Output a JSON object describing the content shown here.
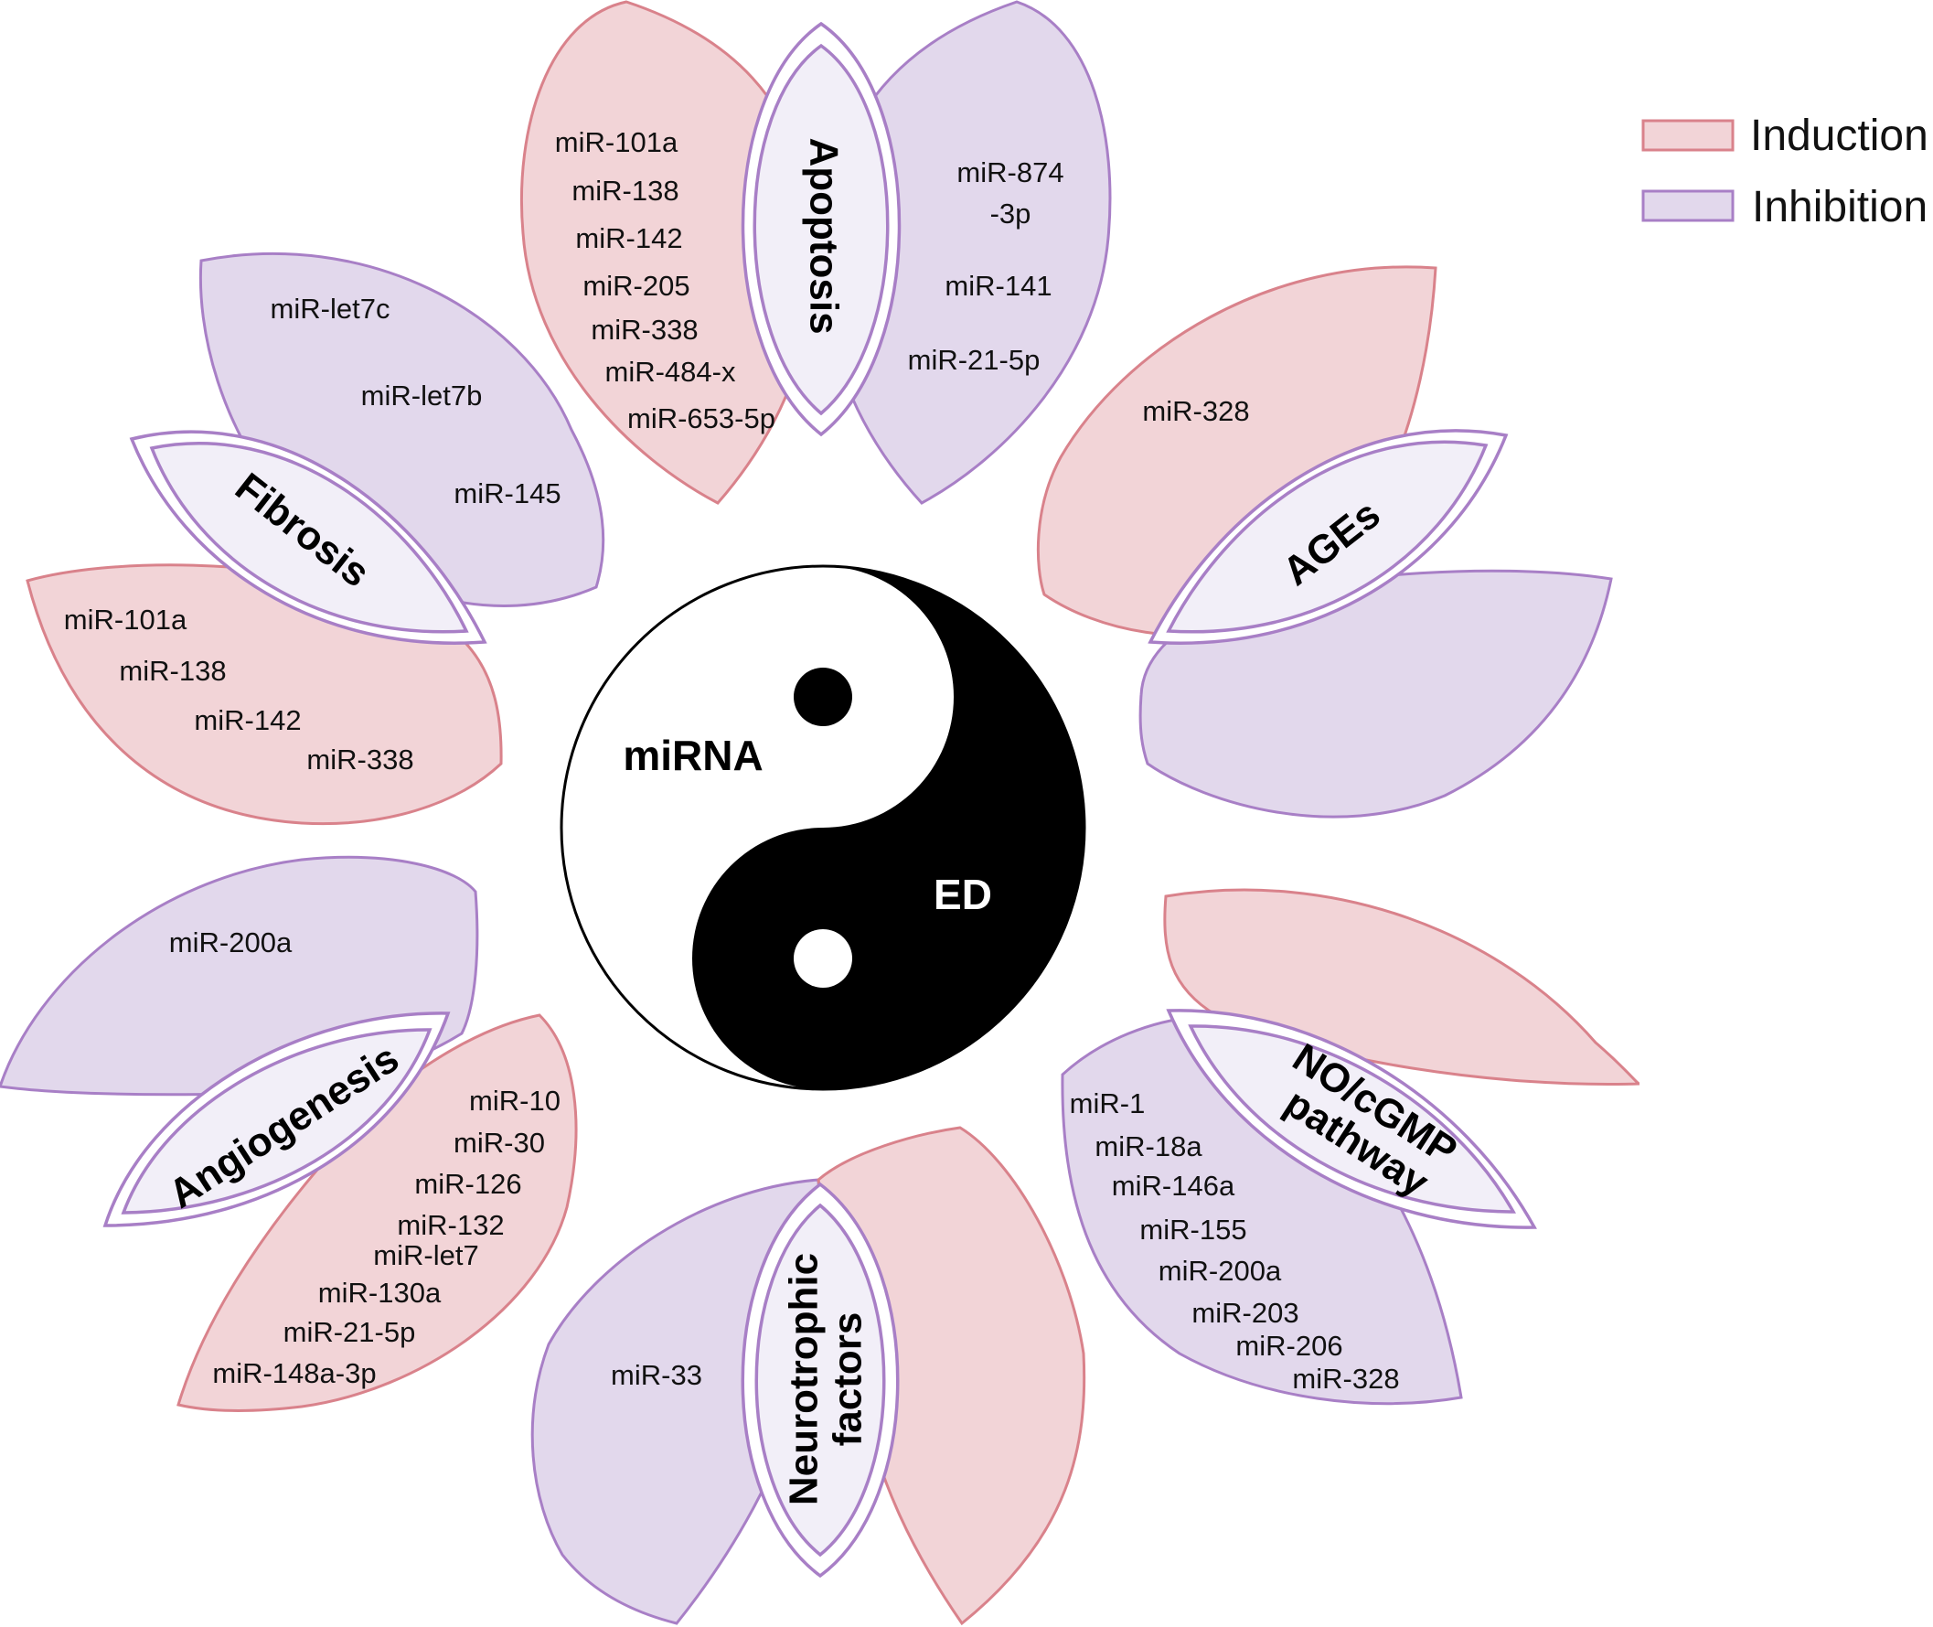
{
  "colors": {
    "induction_fill": "#f2d4d7",
    "induction_stroke": "#d9828b",
    "inhibition_fill": "#e2d8ec",
    "inhibition_stroke": "#a87fc6",
    "capsule_fill": "#f2eff8"
  },
  "legend": {
    "induction": "Induction",
    "inhibition": "Inhibition"
  },
  "center": {
    "top_label": "miRNA",
    "bottom_label": "ED"
  },
  "categories": {
    "apoptosis": {
      "label": "Apoptosis",
      "induction": [
        "miR-101a",
        "miR-138",
        "miR-142",
        "miR-205",
        "miR-338",
        "miR-484-x",
        "miR-653-5p"
      ],
      "inhibition": [
        "miR-874",
        "-3p",
        "miR-141",
        "miR-21-5p"
      ]
    },
    "ages": {
      "label": "AGEs",
      "induction": [
        "miR-328"
      ],
      "inhibition": []
    },
    "fibrosis": {
      "label": "Fibrosis",
      "inhibition": [
        "miR-let7c",
        "miR-let7b",
        "miR-145"
      ],
      "induction": [
        "miR-101a",
        "miR-138",
        "miR-142",
        "miR-338"
      ]
    },
    "angiogenesis": {
      "label": "Angiogenesis",
      "inhibition": [
        "miR-200a"
      ],
      "induction": [
        "miR-10",
        "miR-30",
        "miR-126",
        "miR-132",
        "miR-let7",
        "miR-130a",
        "miR-21-5p",
        "miR-148a-3p"
      ]
    },
    "neurotrophic": {
      "label_line1": "Neurotrophic",
      "label_line2": "factors",
      "inhibition": [
        "miR-33"
      ],
      "induction": []
    },
    "no_cgmp": {
      "label_line1": "NO/cGMP",
      "label_line2": "pathway",
      "inhibition": [
        "miR-1",
        "miR-18a",
        "miR-146a",
        "miR-155",
        "miR-200a",
        "miR-203",
        "miR-206",
        "miR-328"
      ],
      "induction": []
    }
  }
}
